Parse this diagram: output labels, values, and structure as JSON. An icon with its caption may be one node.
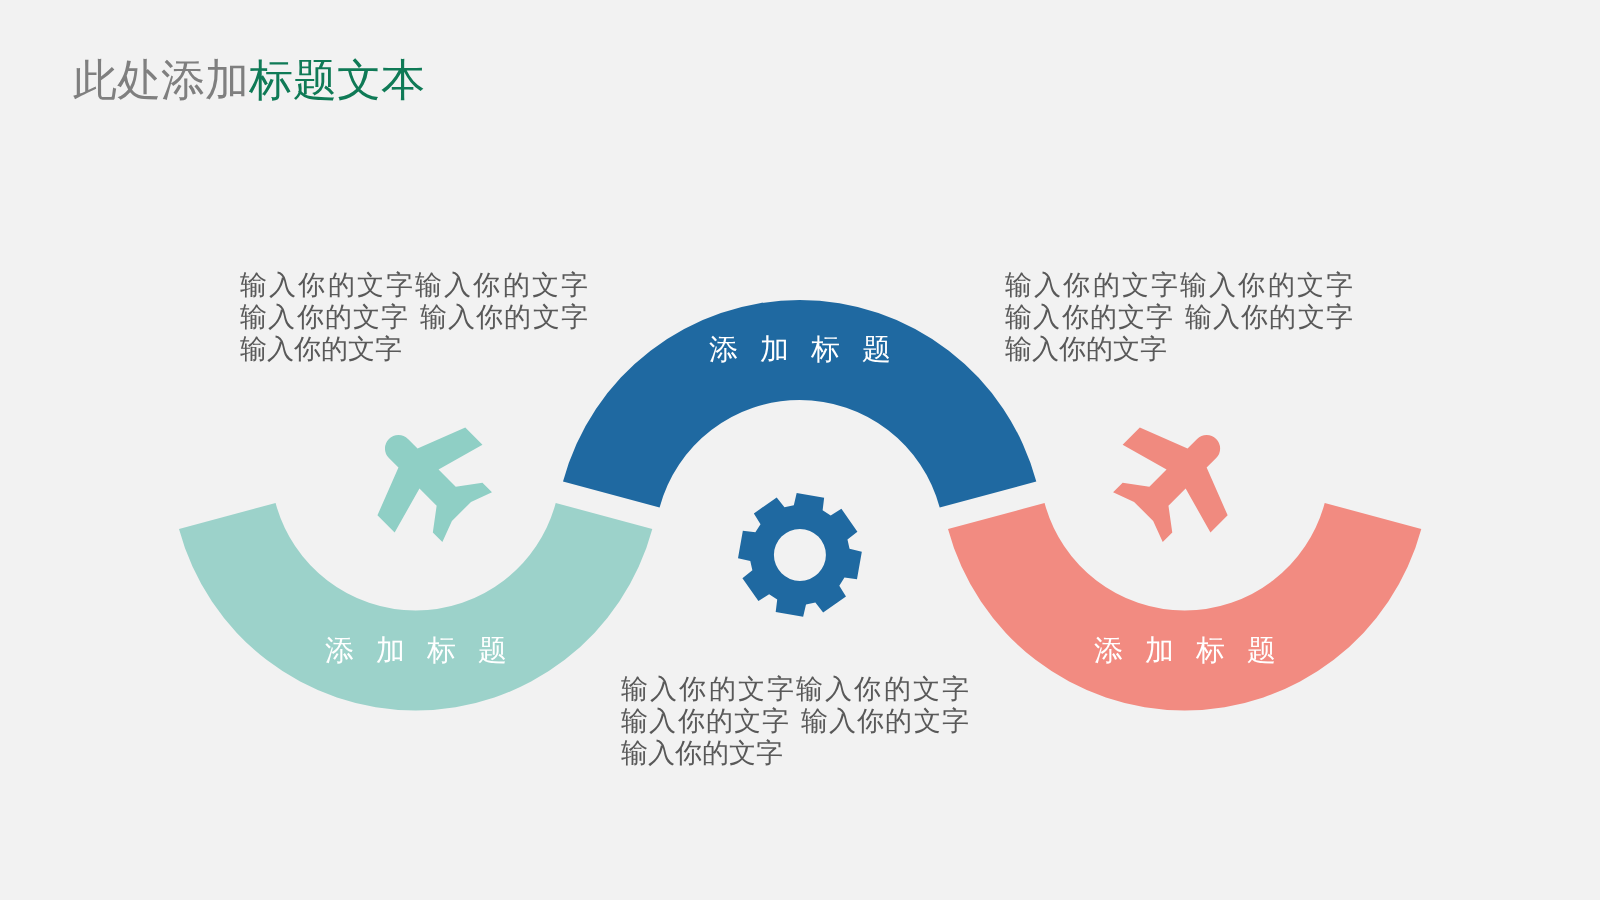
{
  "diagram": {
    "title": "此处添加标题文本",
    "nodes": [
      {
        "text": [
          "添加标题"
        ]
      },
      {
        "text": [
          "添加标题"
        ]
      },
      {
        "text": [
          "添加标题"
        ]
      }
    ],
    "labels": [
      "输入你的文字输入你的文字输入你的文字 输入你的文字输入你的文字",
      "输入你的文字输入你的文字输入你的文字 输入你的文字输入你的文字",
      "输入你的文字输入你的文字输入你的文字 输入你的文字输入你的文字"
    ]
  }
}
